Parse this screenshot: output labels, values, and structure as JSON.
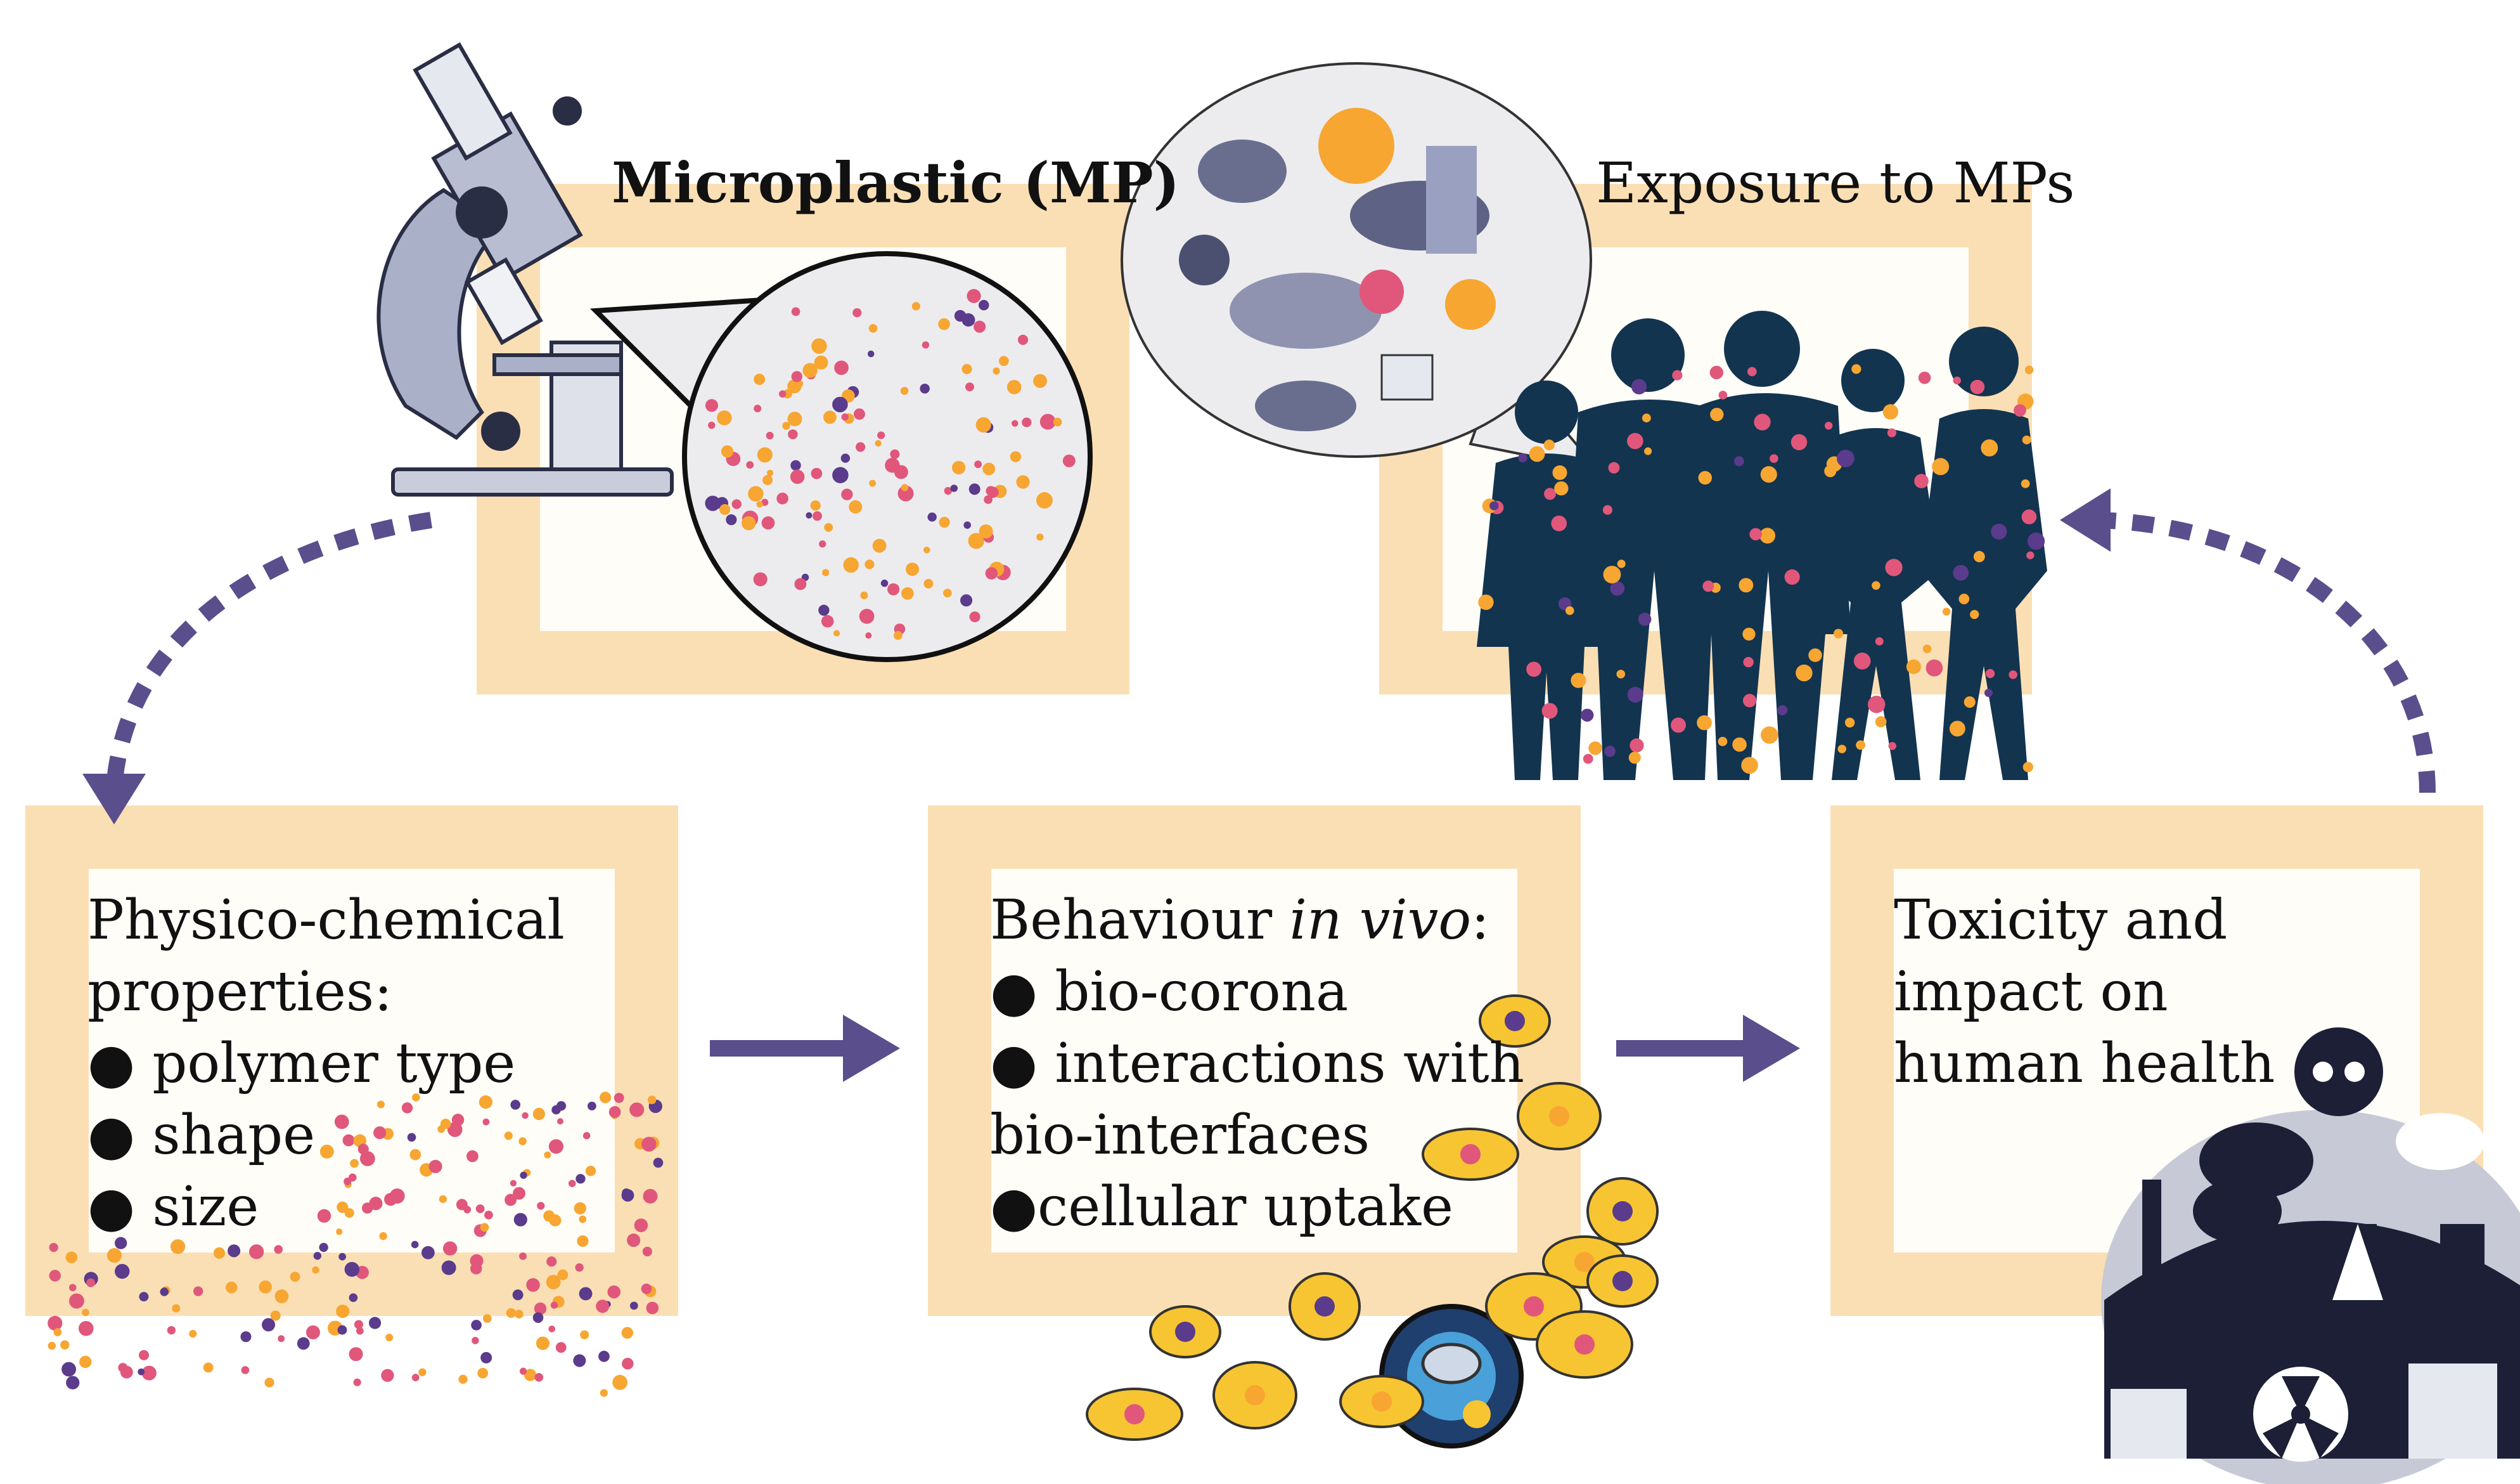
{
  "nodes": {
    "microplastic": {
      "label": "Microplastic (MP)"
    },
    "exposure": {
      "label": "Exposure to MPs"
    },
    "properties": {
      "heading": "Physico-chemical",
      "heading2": "properties:",
      "bullets": [
        "● polymer type",
        "● shape",
        "● size"
      ]
    },
    "behaviour": {
      "heading_pre": "Behaviour ",
      "heading_em": "in vivo",
      "heading_post": ":",
      "bullets": [
        "● bio-corona",
        "● interactions with",
        "bio-interfaces",
        "●cellular uptake"
      ]
    },
    "toxicity": {
      "lines": [
        "Toxicity and",
        "impact on",
        "human health"
      ]
    }
  },
  "icons": [
    "microscope-icon",
    "magnifier-bubble-icon",
    "food-bubble-icon",
    "people-silhouettes-icon",
    "particles-icon",
    "cell-icon",
    "industry-skull-icon"
  ],
  "colors": {
    "frame": "#fadfb4",
    "frame_inner": "#fffdf8",
    "arrow": "#5a4e8c",
    "silhouette": "#12344f",
    "orange": "#f7a632",
    "pink": "#e0577b",
    "purple": "#5a3b8c"
  }
}
